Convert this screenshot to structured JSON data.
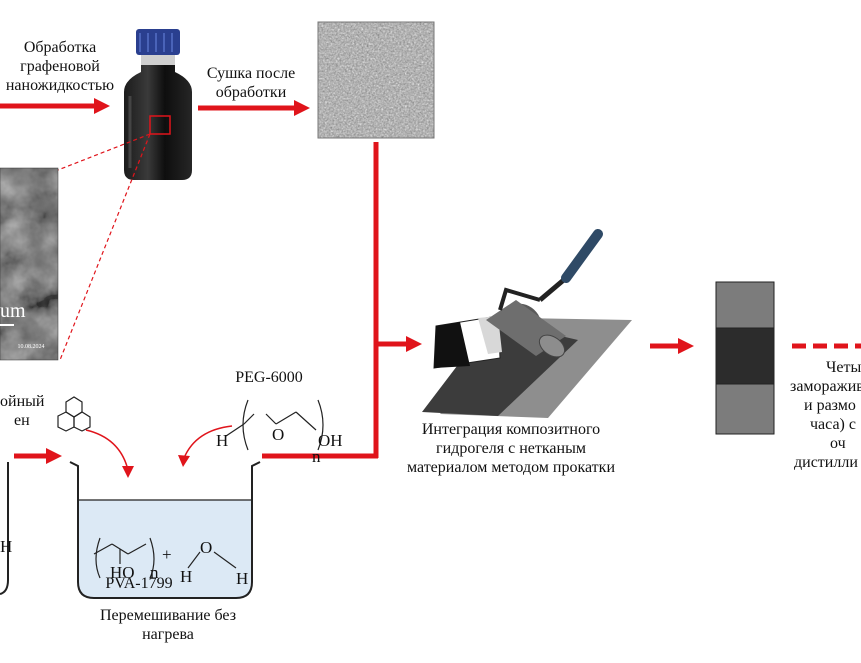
{
  "labels": {
    "graphene_treatment": [
      "Обработка",
      "графеновой",
      "наножидкостью"
    ],
    "drying": [
      "Сушка после",
      "обработки"
    ],
    "sem_scale": "um",
    "sem_date": "10.08.2024",
    "peg_name": "PEG-6000",
    "peg_atom_o": "O",
    "peg_atom_h": "H",
    "peg_oh": "OH",
    "peg_n": "n",
    "layered_graphene": [
      "ойный",
      "ен"
    ],
    "left_partial_h": "H",
    "pva_ho": "HO",
    "pva_n": "n",
    "plus": "+",
    "water_o": "O",
    "water_h1": "H",
    "water_h2": "H",
    "pva_name": "PVA-1799",
    "mixing": [
      "Перемешивание без",
      "нагрева"
    ],
    "integration": [
      "Интеграция композитного",
      "гидрогеля с нетканым",
      "материалом методом прокатки"
    ],
    "right_partial": [
      "Четы",
      "заморажив",
      "и размо",
      "часа) с",
      "оч",
      "дистилли"
    ]
  },
  "colors": {
    "arrow": "#e0141b",
    "beaker_fill": "#dce9f5",
    "bottle_cap": "#2a3f8f"
  }
}
